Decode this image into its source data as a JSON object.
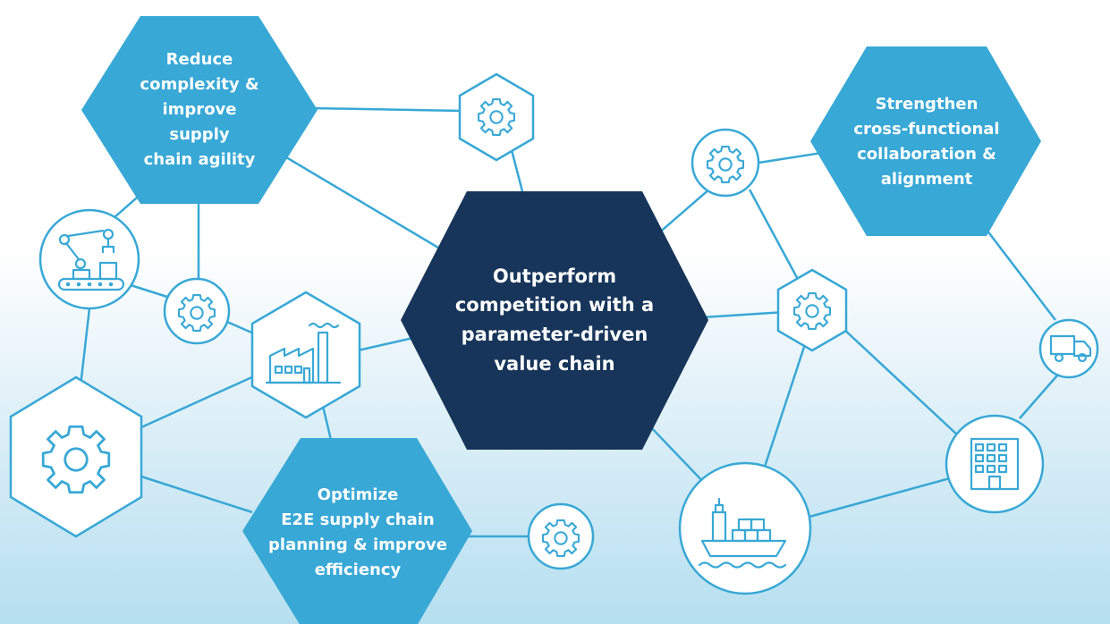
{
  "colors": {
    "accent": "#38a8d6",
    "dark": "#17355a",
    "edge": "#38a8d6",
    "node_fill": "#ffffff"
  },
  "nodes": {
    "center": {
      "text": "Outperform competition with a parameter-driven value chain",
      "lines": [
        "Outperform",
        "competition with a",
        "parameter-driven",
        "value chain"
      ]
    },
    "reduce": {
      "text": "Reduce complexity & improve supply chain agility",
      "lines": [
        "Reduce",
        "complexity &",
        "improve supply",
        "chain agility"
      ]
    },
    "strengthen": {
      "text": "Strengthen cross-functional collaboration & alignment",
      "lines": [
        "Strengthen",
        "cross-functional",
        "collaboration &",
        "alignment"
      ]
    },
    "optimize": {
      "text": "Optimize E2E supply chain planning & improve efficiency",
      "lines": [
        "Optimize",
        "E2E supply chain",
        "planning & improve",
        "efficiency"
      ]
    }
  },
  "icons": [
    "gear-icon",
    "robot-arm-icon",
    "factory-icon",
    "truck-icon",
    "office-building-icon",
    "cargo-ship-icon"
  ]
}
